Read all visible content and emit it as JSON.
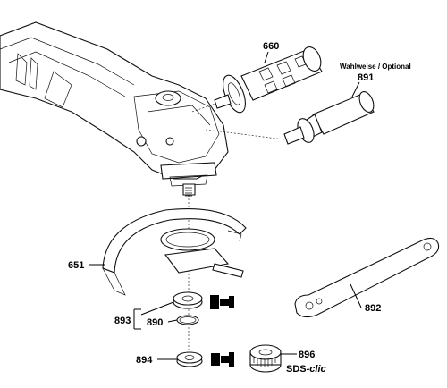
{
  "labels": {
    "p660": "660",
    "optional": "Wahlweise / Optional",
    "p891": "891",
    "p651": "651",
    "p893": "893",
    "p890": "890",
    "p892": "892",
    "p894": "894",
    "p896": "896",
    "sds_prefix": "SDS-",
    "sds_suffix": "clic"
  },
  "colors": {
    "ink": "#000000",
    "paper": "#ffffff"
  }
}
